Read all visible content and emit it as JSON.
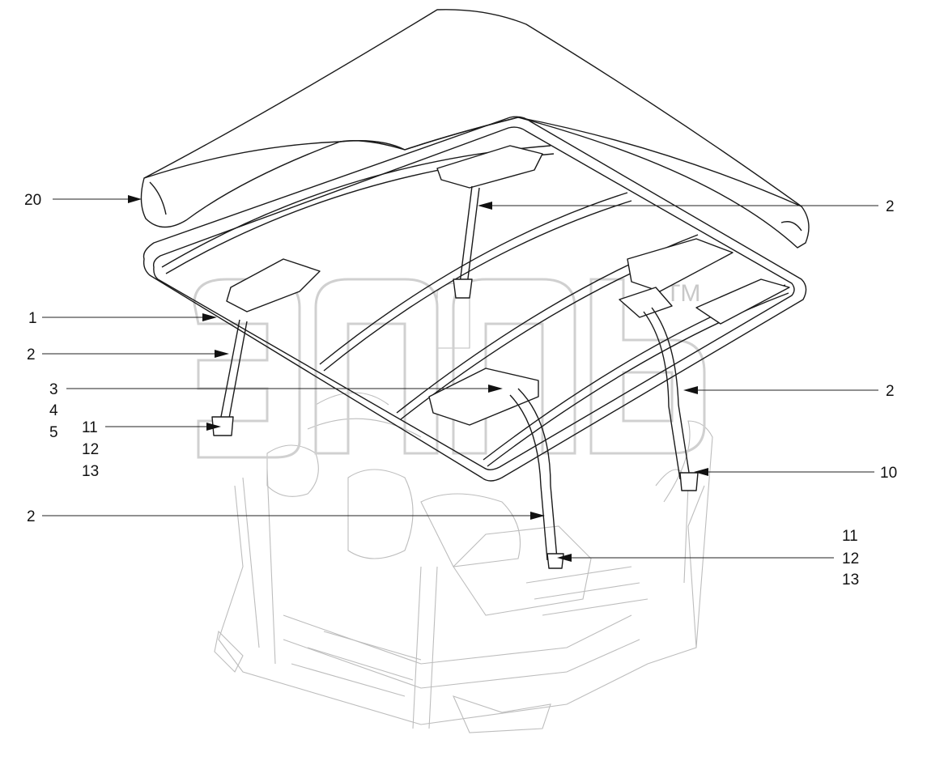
{
  "diagram": {
    "callouts": {
      "c20": "20",
      "c1": "1",
      "c2a": "2",
      "c2b": "2",
      "c2c": "2",
      "c2d": "2",
      "c3": "3",
      "c4": "4",
      "c5": "5",
      "c10": "10",
      "left_11": "11",
      "left_12": "12",
      "left_13": "13",
      "right_11": "11",
      "right_12": "12",
      "right_13": "13"
    },
    "watermark": {
      "mark": "TM"
    }
  }
}
